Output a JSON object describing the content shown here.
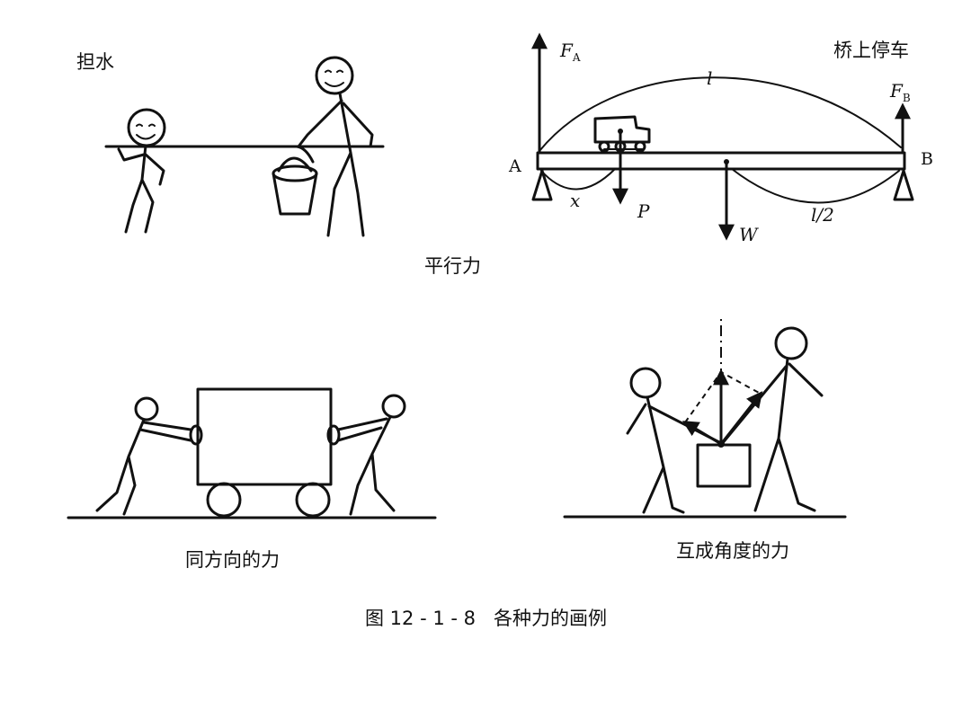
{
  "panels": {
    "carry_water": {
      "label": "担水"
    },
    "bridge": {
      "label": "桥上停车",
      "point_a": "A",
      "point_b": "B",
      "force_a": "F",
      "force_a_sub": "A",
      "force_b": "F",
      "force_b_sub": "B",
      "span_label": "l",
      "x_label": "x",
      "p_label": "P",
      "w_label": "W",
      "half_span_label": "l/2"
    },
    "parallel_caption": "平行力",
    "same_direction_caption": "同方向的力",
    "angled_caption": "互成角度的力"
  },
  "figure_caption": "图 12 - 1 - 8   各种力的画例"
}
